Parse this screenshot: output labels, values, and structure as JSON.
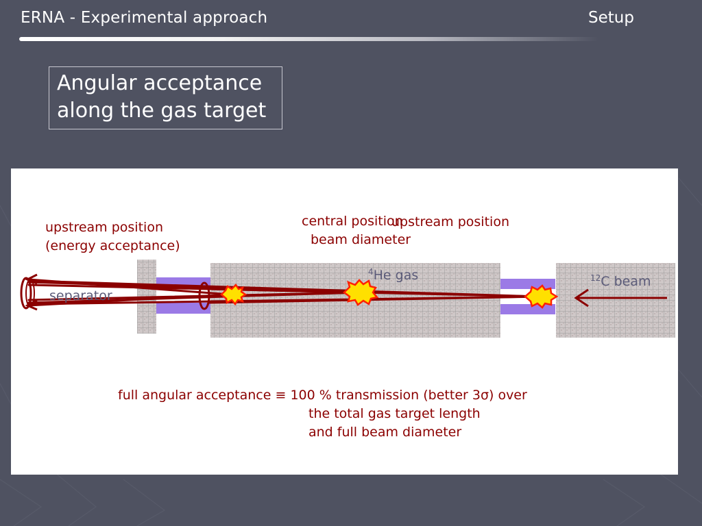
{
  "header": {
    "title": "ERNA - Experimental approach",
    "section": "Setup"
  },
  "title_box": {
    "line1": "Angular acceptance",
    "line2": "along the gas target"
  },
  "diagram": {
    "label_upstream_left_1": "upstream position",
    "label_upstream_left_2": "(energy acceptance)",
    "label_central_1": "central position",
    "label_central_2": "beam diameter",
    "label_upstream_right": "upstream position",
    "label_gas_sup": "4",
    "label_gas": "He gas",
    "label_beam_sup": "12",
    "label_beam": "C beam",
    "label_separator": "separator",
    "caption_1": "full angular acceptance ≡ 100 % transmission (better 3σ) over",
    "caption_2": "the total gas target length",
    "caption_3": "and full beam diameter"
  },
  "colors": {
    "background": "#4f5261",
    "ray": "#8b0000",
    "collimator": "#9b7ae6",
    "flash": "#ffe000"
  }
}
